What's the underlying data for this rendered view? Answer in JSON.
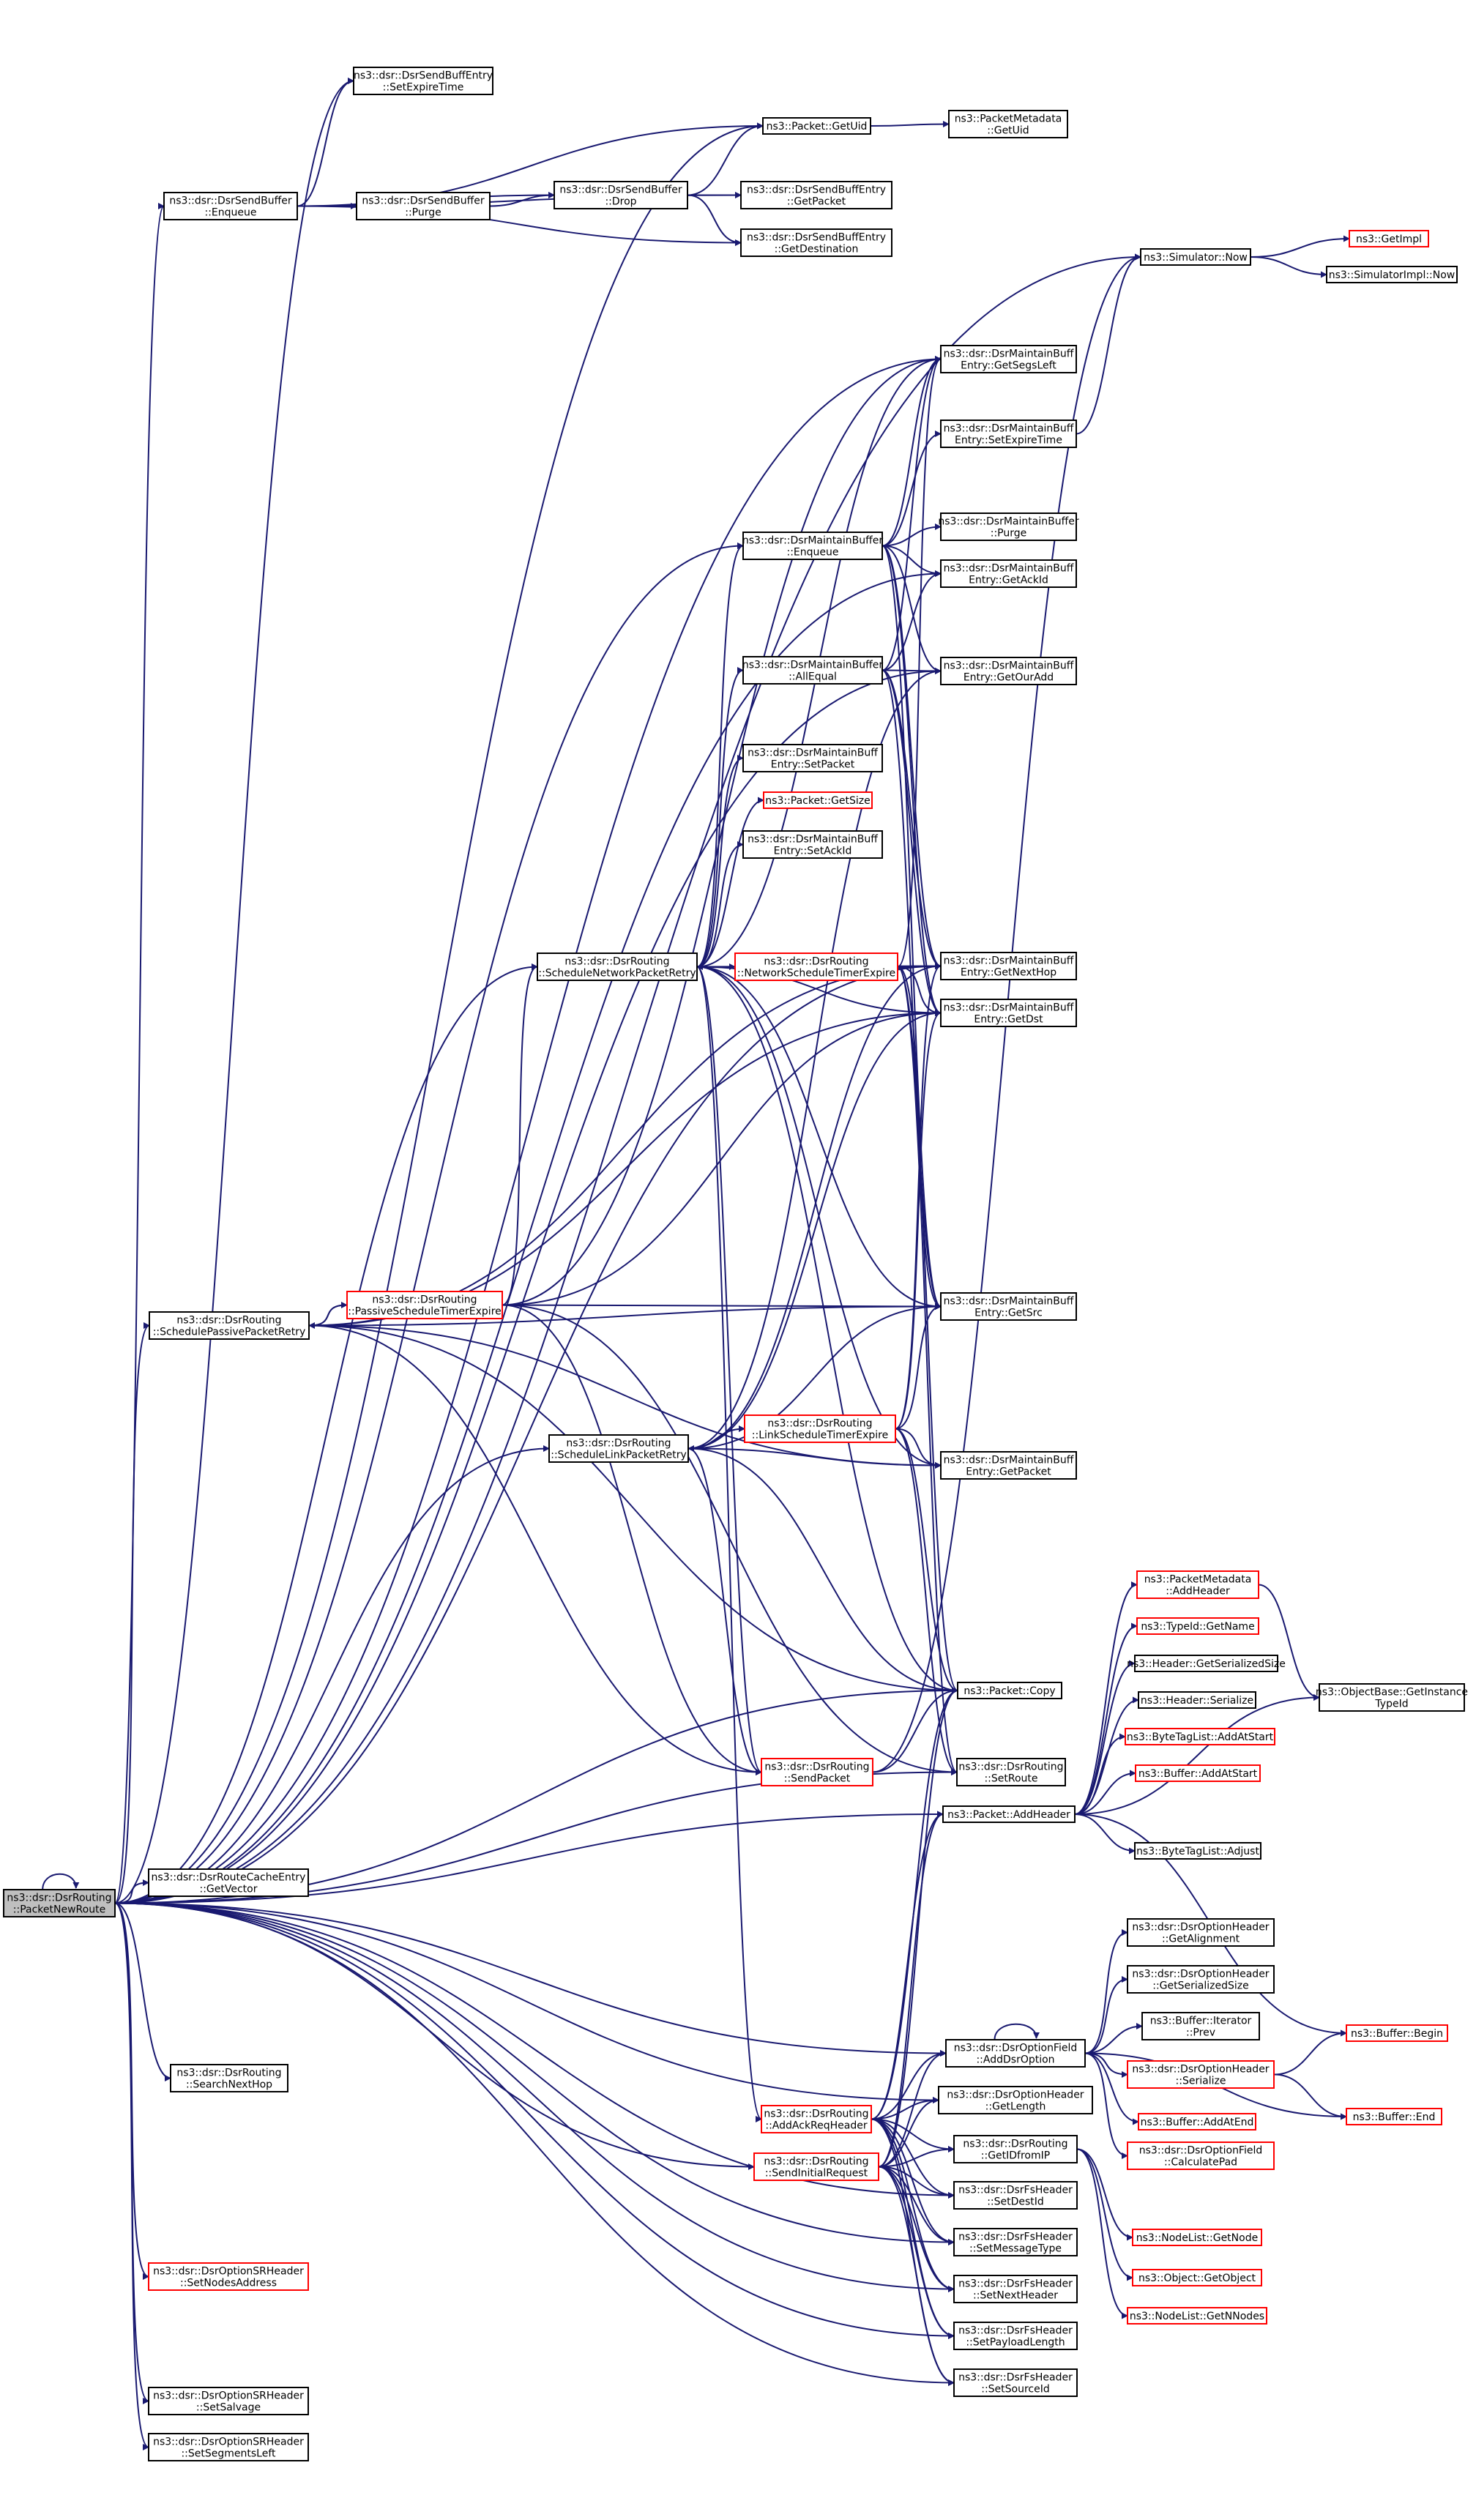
{
  "diagram": {
    "colors": {
      "edge": "#191970",
      "node_border": "#000000",
      "incomplete_border": "#ff0000",
      "root_fill": "#bfbfbf",
      "text": "#000000"
    },
    "nodes": [
      {
        "id": "root",
        "lines": [
          "ns3::dsr::DsrRouting",
          "::PacketNewRoute"
        ],
        "style": "root"
      },
      {
        "id": "sbe_setexp",
        "lines": [
          "ns3::dsr::DsrSendBuffEntry",
          "::SetExpireTime"
        ]
      },
      {
        "id": "sb_enqueue",
        "lines": [
          "ns3::dsr::DsrSendBuffer",
          "::Enqueue"
        ]
      },
      {
        "id": "sb_purge",
        "lines": [
          "ns3::dsr::DsrSendBuffer",
          "::Purge"
        ]
      },
      {
        "id": "sb_drop",
        "lines": [
          "ns3::dsr::DsrSendBuffer",
          "::Drop"
        ]
      },
      {
        "id": "pkt_getuid",
        "lines": [
          "ns3::Packet::GetUid"
        ]
      },
      {
        "id": "pm_getuid",
        "lines": [
          "ns3::PacketMetadata",
          "::GetUid"
        ]
      },
      {
        "id": "sbe_getpacket",
        "lines": [
          "ns3::dsr::DsrSendBuffEntry",
          "::GetPacket"
        ]
      },
      {
        "id": "sbe_getdest",
        "lines": [
          "ns3::dsr::DsrSendBuffEntry",
          "::GetDestination"
        ]
      },
      {
        "id": "sim_now",
        "lines": [
          "ns3::Simulator::Now"
        ]
      },
      {
        "id": "getimpl",
        "lines": [
          "ns3::GetImpl"
        ],
        "style": "red"
      },
      {
        "id": "simimpl_now",
        "lines": [
          "ns3::SimulatorImpl::Now"
        ]
      },
      {
        "id": "mbe_getsegs",
        "lines": [
          "ns3::dsr::DsrMaintainBuff",
          "Entry::GetSegsLeft"
        ]
      },
      {
        "id": "mbe_setexp",
        "lines": [
          "ns3::dsr::DsrMaintainBuff",
          "Entry::SetExpireTime"
        ]
      },
      {
        "id": "mb_purge",
        "lines": [
          "ns3::dsr::DsrMaintainBuffer",
          "::Purge"
        ]
      },
      {
        "id": "mb_enqueue",
        "lines": [
          "ns3::dsr::DsrMaintainBuffer",
          "::Enqueue"
        ]
      },
      {
        "id": "mbe_getackid",
        "lines": [
          "ns3::dsr::DsrMaintainBuff",
          "Entry::GetAckId"
        ]
      },
      {
        "id": "mb_allequal",
        "lines": [
          "ns3::dsr::DsrMaintainBuffer",
          "::AllEqual"
        ]
      },
      {
        "id": "mbe_getouradd",
        "lines": [
          "ns3::dsr::DsrMaintainBuff",
          "Entry::GetOurAdd"
        ]
      },
      {
        "id": "mbe_setpacket",
        "lines": [
          "ns3::dsr::DsrMaintainBuff",
          "Entry::SetPacket"
        ]
      },
      {
        "id": "pkt_getsize",
        "lines": [
          "ns3::Packet::GetSize"
        ],
        "style": "red"
      },
      {
        "id": "mbe_setackid",
        "lines": [
          "ns3::dsr::DsrMaintainBuff",
          "Entry::SetAckId"
        ]
      },
      {
        "id": "r_schednet",
        "lines": [
          "ns3::dsr::DsrRouting",
          "::ScheduleNetworkPacketRetry"
        ]
      },
      {
        "id": "r_netsched",
        "lines": [
          "ns3::dsr::DsrRouting",
          "::NetworkScheduleTimerExpire"
        ],
        "style": "red"
      },
      {
        "id": "mbe_getnexthop",
        "lines": [
          "ns3::dsr::DsrMaintainBuff",
          "Entry::GetNextHop"
        ]
      },
      {
        "id": "mbe_getdst",
        "lines": [
          "ns3::dsr::DsrMaintainBuff",
          "Entry::GetDst"
        ]
      },
      {
        "id": "r_schedpassive",
        "lines": [
          "ns3::dsr::DsrRouting",
          "::SchedulePassivePacketRetry"
        ]
      },
      {
        "id": "r_passivesched",
        "lines": [
          "ns3::dsr::DsrRouting",
          "::PassiveScheduleTimerExpire"
        ],
        "style": "red"
      },
      {
        "id": "mbe_getsrc",
        "lines": [
          "ns3::dsr::DsrMaintainBuff",
          "Entry::GetSrc"
        ]
      },
      {
        "id": "r_schedlink",
        "lines": [
          "ns3::dsr::DsrRouting",
          "::ScheduleLinkPacketRetry"
        ]
      },
      {
        "id": "r_linksched",
        "lines": [
          "ns3::dsr::DsrRouting",
          "::LinkScheduleTimerExpire"
        ],
        "style": "red"
      },
      {
        "id": "mbe_getpacket",
        "lines": [
          "ns3::dsr::DsrMaintainBuff",
          "Entry::GetPacket"
        ]
      },
      {
        "id": "pm_addheader",
        "lines": [
          "ns3::PacketMetadata",
          "::AddHeader"
        ],
        "style": "red"
      },
      {
        "id": "typeid_getname",
        "lines": [
          "ns3::TypeId::GetName"
        ],
        "style": "red"
      },
      {
        "id": "hdr_getser",
        "lines": [
          "ns3::Header::GetSerializedSize"
        ]
      },
      {
        "id": "ob_getinst",
        "lines": [
          "ns3::ObjectBase::GetInstance",
          "TypeId"
        ]
      },
      {
        "id": "hdr_serialize",
        "lines": [
          "ns3::Header::Serialize"
        ]
      },
      {
        "id": "pkt_copy",
        "lines": [
          "ns3::Packet::Copy"
        ]
      },
      {
        "id": "btl_addatstart",
        "lines": [
          "ns3::ByteTagList::AddAtStart"
        ],
        "style": "red"
      },
      {
        "id": "buf_addatstart",
        "lines": [
          "ns3::Buffer::AddAtStart"
        ],
        "style": "red"
      },
      {
        "id": "r_sendpacket",
        "lines": [
          "ns3::dsr::DsrRouting",
          "::SendPacket"
        ],
        "style": "red"
      },
      {
        "id": "r_setroute",
        "lines": [
          "ns3::dsr::DsrRouting",
          "::SetRoute"
        ]
      },
      {
        "id": "pkt_addheader",
        "lines": [
          "ns3::Packet::AddHeader"
        ]
      },
      {
        "id": "btl_adjust",
        "lines": [
          "ns3::ByteTagList::Adjust"
        ]
      },
      {
        "id": "rce_getvector",
        "lines": [
          "ns3::dsr::DsrRouteCacheEntry",
          "::GetVector"
        ]
      },
      {
        "id": "oh_getalign",
        "lines": [
          "ns3::dsr::DsrOptionHeader",
          "::GetAlignment"
        ]
      },
      {
        "id": "oh_getser",
        "lines": [
          "ns3::dsr::DsrOptionHeader",
          "::GetSerializedSize"
        ]
      },
      {
        "id": "bi_prev",
        "lines": [
          "ns3::Buffer::Iterator",
          "::Prev"
        ]
      },
      {
        "id": "of_adddsr",
        "lines": [
          "ns3::dsr::DsrOptionField",
          "::AddDsrOption"
        ]
      },
      {
        "id": "buf_begin",
        "lines": [
          "ns3::Buffer::Begin"
        ],
        "style": "red"
      },
      {
        "id": "oh_serialize",
        "lines": [
          "ns3::dsr::DsrOptionHeader",
          "::Serialize"
        ],
        "style": "red"
      },
      {
        "id": "r_searchnext",
        "lines": [
          "ns3::dsr::DsrRouting",
          "::SearchNextHop"
        ]
      },
      {
        "id": "oh_getlength",
        "lines": [
          "ns3::dsr::DsrOptionHeader",
          "::GetLength"
        ]
      },
      {
        "id": "r_addackreq",
        "lines": [
          "ns3::dsr::DsrRouting",
          "::AddAckReqHeader"
        ],
        "style": "red"
      },
      {
        "id": "buf_addatend",
        "lines": [
          "ns3::Buffer::AddAtEnd"
        ],
        "style": "red"
      },
      {
        "id": "buf_end",
        "lines": [
          "ns3::Buffer::End"
        ],
        "style": "red"
      },
      {
        "id": "of_calcpad",
        "lines": [
          "ns3::dsr::DsrOptionField",
          "::CalculatePad"
        ],
        "style": "red"
      },
      {
        "id": "r_getidfromip",
        "lines": [
          "ns3::dsr::DsrRouting",
          "::GetIDfromIP"
        ]
      },
      {
        "id": "r_sendinit",
        "lines": [
          "ns3::dsr::DsrRouting",
          "::SendInitialRequest"
        ],
        "style": "red"
      },
      {
        "id": "fs_setdestid",
        "lines": [
          "ns3::dsr::DsrFsHeader",
          "::SetDestId"
        ]
      },
      {
        "id": "nl_getnode",
        "lines": [
          "ns3::NodeList::GetNode"
        ],
        "style": "red"
      },
      {
        "id": "sr_setnodes",
        "lines": [
          "ns3::dsr::DsrOptionSRHeader",
          "::SetNodesAddress"
        ],
        "style": "red"
      },
      {
        "id": "fs_setmsgtype",
        "lines": [
          "ns3::dsr::DsrFsHeader",
          "::SetMessageType"
        ]
      },
      {
        "id": "obj_getobject",
        "lines": [
          "ns3::Object::GetObject"
        ],
        "style": "red"
      },
      {
        "id": "fs_setnext",
        "lines": [
          "ns3::dsr::DsrFsHeader",
          "::SetNextHeader"
        ]
      },
      {
        "id": "nl_getnnodes",
        "lines": [
          "ns3::NodeList::GetNNodes"
        ],
        "style": "red"
      },
      {
        "id": "fs_setpayload",
        "lines": [
          "ns3::dsr::DsrFsHeader",
          "::SetPayloadLength"
        ]
      },
      {
        "id": "sr_setsalvage",
        "lines": [
          "ns3::dsr::DsrOptionSRHeader",
          "::SetSalvage"
        ]
      },
      {
        "id": "fs_setsource",
        "lines": [
          "ns3::dsr::DsrFsHeader",
          "::SetSourceId"
        ]
      },
      {
        "id": "sr_setsegs",
        "lines": [
          "ns3::dsr::DsrOptionSRHeader",
          "::SetSegmentsLeft"
        ]
      }
    ],
    "edges": [
      [
        "root",
        "root"
      ],
      [
        "root",
        "sb_enqueue"
      ],
      [
        "root",
        "sbe_setexp"
      ],
      [
        "root",
        "sim_now"
      ],
      [
        "root",
        "pkt_getuid"
      ],
      [
        "root",
        "mbe_getsegs"
      ],
      [
        "root",
        "mb_enqueue"
      ],
      [
        "root",
        "mbe_getackid"
      ],
      [
        "root",
        "mbe_getouradd"
      ],
      [
        "root",
        "mbe_getnexthop"
      ],
      [
        "root",
        "r_schednet"
      ],
      [
        "root",
        "r_schedpassive"
      ],
      [
        "root",
        "r_schedlink"
      ],
      [
        "root",
        "pkt_copy"
      ],
      [
        "root",
        "r_setroute"
      ],
      [
        "root",
        "pkt_addheader"
      ],
      [
        "root",
        "rce_getvector"
      ],
      [
        "root",
        "r_searchnext"
      ],
      [
        "root",
        "of_adddsr"
      ],
      [
        "root",
        "oh_getlength"
      ],
      [
        "root",
        "r_sendinit"
      ],
      [
        "root",
        "fs_setdestid"
      ],
      [
        "root",
        "fs_setmsgtype"
      ],
      [
        "root",
        "fs_setnext"
      ],
      [
        "root",
        "fs_setpayload"
      ],
      [
        "root",
        "sr_setnodes"
      ],
      [
        "root",
        "sr_setsalvage"
      ],
      [
        "root",
        "sr_setsegs"
      ],
      [
        "root",
        "fs_setsource"
      ],
      [
        "sb_enqueue",
        "sbe_setexp"
      ],
      [
        "sb_enqueue",
        "pkt_getuid"
      ],
      [
        "sb_enqueue",
        "sb_purge"
      ],
      [
        "sb_enqueue",
        "sb_drop"
      ],
      [
        "sb_enqueue",
        "sbe_getpacket"
      ],
      [
        "sb_enqueue",
        "sbe_getdest"
      ],
      [
        "sb_purge",
        "sb_drop"
      ],
      [
        "sb_drop",
        "pkt_getuid"
      ],
      [
        "sb_drop",
        "sbe_getpacket"
      ],
      [
        "sb_drop",
        "sbe_getdest"
      ],
      [
        "pkt_getuid",
        "pm_getuid"
      ],
      [
        "sim_now",
        "getimpl"
      ],
      [
        "sim_now",
        "simimpl_now"
      ],
      [
        "mbe_setexp",
        "sim_now"
      ],
      [
        "mb_enqueue",
        "mbe_getsegs"
      ],
      [
        "mb_enqueue",
        "mbe_setexp"
      ],
      [
        "mb_enqueue",
        "mb_purge"
      ],
      [
        "mb_enqueue",
        "mbe_getackid"
      ],
      [
        "mb_enqueue",
        "mbe_getouradd"
      ],
      [
        "mb_enqueue",
        "mbe_getnexthop"
      ],
      [
        "mb_enqueue",
        "mbe_getdst"
      ],
      [
        "mb_enqueue",
        "mbe_getsrc"
      ],
      [
        "mb_allequal",
        "mbe_getackid"
      ],
      [
        "mb_allequal",
        "mbe_getouradd"
      ],
      [
        "mb_allequal",
        "mbe_getnexthop"
      ],
      [
        "mb_allequal",
        "mbe_getdst"
      ],
      [
        "mb_allequal",
        "mbe_getsrc"
      ],
      [
        "mb_allequal",
        "mbe_getsegs"
      ],
      [
        "r_schednet",
        "mb_enqueue"
      ],
      [
        "r_schednet",
        "mb_allequal"
      ],
      [
        "r_schednet",
        "mbe_setpacket"
      ],
      [
        "r_schednet",
        "pkt_getsize"
      ],
      [
        "r_schednet",
        "mbe_setackid"
      ],
      [
        "r_schednet",
        "r_netsched"
      ],
      [
        "r_schednet",
        "mbe_getsegs"
      ],
      [
        "r_schednet",
        "mbe_getnexthop"
      ],
      [
        "r_schednet",
        "mbe_getdst"
      ],
      [
        "r_schednet",
        "mbe_getsrc"
      ],
      [
        "r_schednet",
        "mbe_getpacket"
      ],
      [
        "r_schednet",
        "pkt_copy"
      ],
      [
        "r_schednet",
        "r_sendpacket"
      ],
      [
        "r_schednet",
        "r_addackreq"
      ],
      [
        "r_netsched",
        "r_schednet"
      ],
      [
        "r_netsched",
        "mbe_getnexthop"
      ],
      [
        "r_netsched",
        "mbe_getdst"
      ],
      [
        "r_netsched",
        "mbe_getsrc"
      ],
      [
        "r_netsched",
        "mbe_getsegs"
      ],
      [
        "r_netsched",
        "pkt_copy"
      ],
      [
        "r_netsched",
        "r_setroute"
      ],
      [
        "r_schedpassive",
        "r_passivesched"
      ],
      [
        "r_schedpassive",
        "mbe_getnexthop"
      ],
      [
        "r_schedpassive",
        "mbe_getdst"
      ],
      [
        "r_schedpassive",
        "mbe_getsrc"
      ],
      [
        "r_schedpassive",
        "mbe_getpacket"
      ],
      [
        "r_schedpassive",
        "pkt_copy"
      ],
      [
        "r_schedpassive",
        "r_sendpacket"
      ],
      [
        "r_passivesched",
        "r_schedpassive"
      ],
      [
        "r_passivesched",
        "r_schednet"
      ],
      [
        "r_passivesched",
        "mbe_getsegs"
      ],
      [
        "r_passivesched",
        "mbe_getsrc"
      ],
      [
        "r_passivesched",
        "mbe_getdst"
      ],
      [
        "r_passivesched",
        "r_sendpacket"
      ],
      [
        "r_passivesched",
        "r_setroute"
      ],
      [
        "r_schedlink",
        "r_linksched"
      ],
      [
        "r_schedlink",
        "mbe_getouradd"
      ],
      [
        "r_schedlink",
        "mbe_getnexthop"
      ],
      [
        "r_schedlink",
        "mbe_getdst"
      ],
      [
        "r_schedlink",
        "mbe_getsrc"
      ],
      [
        "r_schedlink",
        "mbe_getpacket"
      ],
      [
        "r_schedlink",
        "pkt_copy"
      ],
      [
        "r_schedlink",
        "r_sendpacket"
      ],
      [
        "r_linksched",
        "r_schedlink"
      ],
      [
        "r_linksched",
        "mbe_getnexthop"
      ],
      [
        "r_linksched",
        "mbe_getsrc"
      ],
      [
        "r_linksched",
        "mbe_getdst"
      ],
      [
        "r_linksched",
        "mbe_getpacket"
      ],
      [
        "r_linksched",
        "pkt_copy"
      ],
      [
        "r_linksched",
        "r_setroute"
      ],
      [
        "r_sendpacket",
        "sim_now"
      ],
      [
        "r_sendpacket",
        "pkt_copy"
      ],
      [
        "pkt_addheader",
        "pm_addheader"
      ],
      [
        "pkt_addheader",
        "typeid_getname"
      ],
      [
        "pkt_addheader",
        "hdr_getser"
      ],
      [
        "pkt_addheader",
        "hdr_serialize"
      ],
      [
        "pkt_addheader",
        "btl_addatstart"
      ],
      [
        "pkt_addheader",
        "buf_addatstart"
      ],
      [
        "pkt_addheader",
        "btl_adjust"
      ],
      [
        "pkt_addheader",
        "ob_getinst"
      ],
      [
        "pkt_addheader",
        "buf_begin"
      ],
      [
        "pm_addheader",
        "ob_getinst"
      ],
      [
        "of_adddsr",
        "of_adddsr"
      ],
      [
        "of_adddsr",
        "oh_getalign"
      ],
      [
        "of_adddsr",
        "oh_getser"
      ],
      [
        "of_adddsr",
        "bi_prev"
      ],
      [
        "of_adddsr",
        "oh_serialize"
      ],
      [
        "of_adddsr",
        "buf_addatend"
      ],
      [
        "of_adddsr",
        "of_calcpad"
      ],
      [
        "of_adddsr",
        "buf_end"
      ],
      [
        "oh_serialize",
        "buf_begin"
      ],
      [
        "oh_serialize",
        "buf_end"
      ],
      [
        "r_addackreq",
        "pkt_copy"
      ],
      [
        "r_addackreq",
        "pkt_addheader"
      ],
      [
        "r_addackreq",
        "of_adddsr"
      ],
      [
        "r_addackreq",
        "oh_getlength"
      ],
      [
        "r_addackreq",
        "r_getidfromip"
      ],
      [
        "r_addackreq",
        "fs_setdestid"
      ],
      [
        "r_addackreq",
        "fs_setmsgtype"
      ],
      [
        "r_addackreq",
        "fs_setnext"
      ],
      [
        "r_addackreq",
        "fs_setpayload"
      ],
      [
        "r_addackreq",
        "fs_setsource"
      ],
      [
        "r_sendinit",
        "pkt_copy"
      ],
      [
        "r_sendinit",
        "pkt_addheader"
      ],
      [
        "r_sendinit",
        "of_adddsr"
      ],
      [
        "r_sendinit",
        "oh_getlength"
      ],
      [
        "r_sendinit",
        "r_getidfromip"
      ],
      [
        "r_sendinit",
        "fs_setdestid"
      ],
      [
        "r_sendinit",
        "fs_setmsgtype"
      ],
      [
        "r_sendinit",
        "fs_setnext"
      ],
      [
        "r_sendinit",
        "fs_setpayload"
      ],
      [
        "r_sendinit",
        "fs_setsource"
      ],
      [
        "r_getidfromip",
        "nl_getnode"
      ],
      [
        "r_getidfromip",
        "obj_getobject"
      ],
      [
        "r_getidfromip",
        "nl_getnnodes"
      ]
    ]
  }
}
